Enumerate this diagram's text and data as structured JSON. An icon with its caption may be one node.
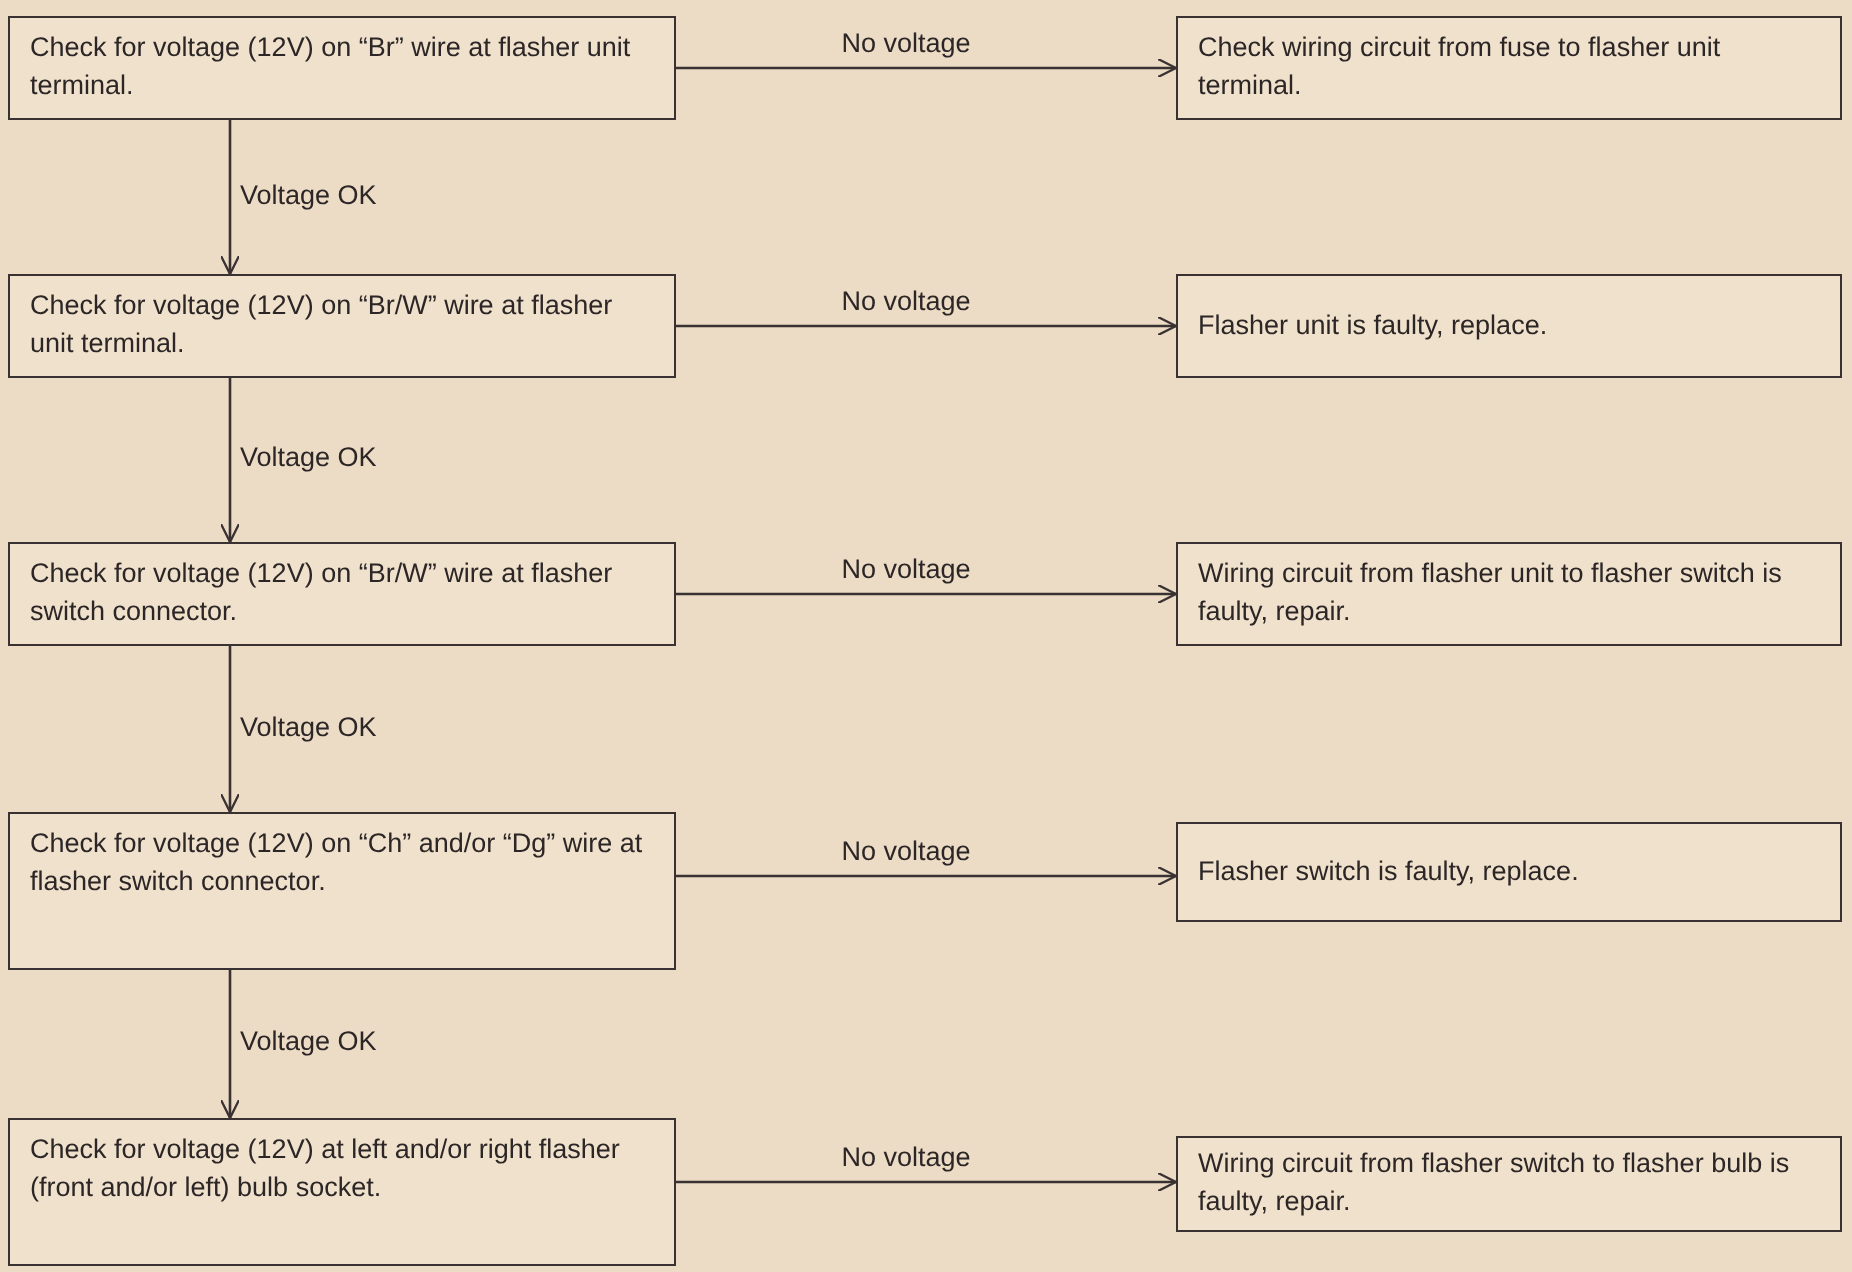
{
  "diagram": {
    "nodes": [
      {
        "text": [
          "Check for voltage (12V) on “Br” wire at flasher unit terminal."
        ]
      },
      {
        "text": [
          "Check wiring circuit from fuse to flasher unit terminal."
        ]
      },
      {
        "text": [
          "Check for voltage (12V) on “Br/W” wire at flasher unit terminal."
        ]
      },
      {
        "text": [
          "Flasher unit is faulty, replace."
        ]
      },
      {
        "text": [
          "Check for voltage (12V) on “Br/W” wire at flasher switch connector."
        ]
      },
      {
        "text": [
          "Wiring circuit from flasher unit to flasher switch is faulty, repair."
        ]
      },
      {
        "text": [
          "Check for voltage (12V) on “Ch” and/or “Dg” wire at flasher switch connector."
        ]
      },
      {
        "text": [
          "Flasher switch is faulty, replace."
        ]
      },
      {
        "text": [
          "Check for voltage (12V) at left and/or right flasher (front and/or left) bulb socket."
        ]
      },
      {
        "text": [
          "Wiring circuit from flasher switch to flasher bulb is faulty, repair."
        ]
      }
    ],
    "edges": [
      {
        "from": 0,
        "to": 1,
        "arrow": "to",
        "label": "No voltage"
      },
      {
        "from": 0,
        "to": 2,
        "arrow": "to",
        "label": "Voltage OK"
      },
      {
        "from": 2,
        "to": 3,
        "arrow": "to",
        "label": "No voltage"
      },
      {
        "from": 2,
        "to": 4,
        "arrow": "to",
        "label": "Voltage OK"
      },
      {
        "from": 4,
        "to": 5,
        "arrow": "to",
        "label": "No voltage"
      },
      {
        "from": 4,
        "to": 6,
        "arrow": "to",
        "label": "Voltage OK"
      },
      {
        "from": 6,
        "to": 7,
        "arrow": "to",
        "label": "No voltage"
      },
      {
        "from": 6,
        "to": 8,
        "arrow": "to",
        "label": "Voltage OK"
      },
      {
        "from": 8,
        "to": 9,
        "arrow": "to",
        "label": "No voltage"
      }
    ]
  }
}
